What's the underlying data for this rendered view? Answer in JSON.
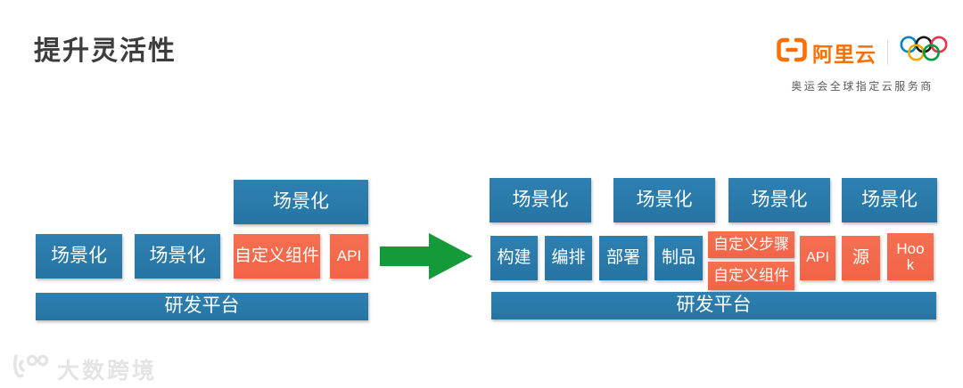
{
  "title": "提升灵活性",
  "brand": {
    "name": "阿里云",
    "subtitle": "奥运会全球指定云服务商",
    "icons": {
      "logo": "alibaba-cloud-bracket-icon",
      "rings": "olympic-rings-icon"
    },
    "colors": {
      "logo_orange": "#ff6f00",
      "ring_blue": "#0085c7",
      "ring_black": "#1a1a1a",
      "ring_red": "#ee334e",
      "ring_yellow": "#f4a900",
      "ring_green": "#009f3d"
    }
  },
  "colors": {
    "box_blue": "#2878a8",
    "box_orange": "#f4694c",
    "arrow_green": "#149a38",
    "box_text": "#ffffff",
    "title_text": "#3d3d3d"
  },
  "left_diagram": {
    "top_box": "场景化",
    "row": [
      "场景化",
      "场景化",
      "自定义组件",
      "API"
    ],
    "platform": "研发平台"
  },
  "arrow": {
    "icon": "right-arrow-icon",
    "color": "#149a38"
  },
  "right_diagram": {
    "top_row": [
      "场景化",
      "场景化",
      "场景化",
      "场景化"
    ],
    "pipeline_row": [
      "构建",
      "编排",
      "部署",
      "制品"
    ],
    "custom_stack": [
      "自定义步骤",
      "自定义组件"
    ],
    "extras": [
      "API",
      "源",
      "Hook"
    ],
    "platform": "研发平台"
  },
  "watermark": {
    "text": "大数跨境"
  }
}
